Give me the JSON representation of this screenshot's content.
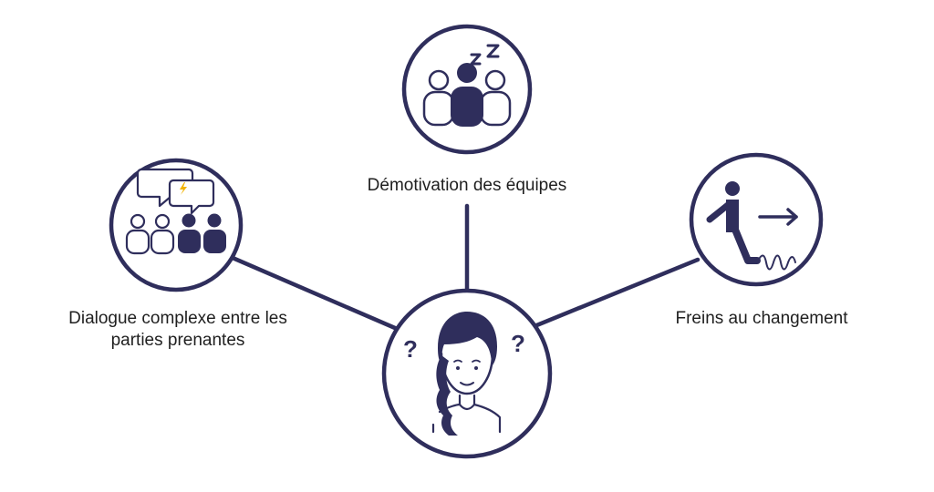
{
  "colors": {
    "navy": "#2f2e5c",
    "spark": "#f2b300",
    "background": "#ffffff",
    "text": "#1f1f1f"
  },
  "labels": {
    "top": "Démotivation des équipes",
    "left_line1": "Dialogue complexe entre les",
    "left_line2": "parties prenantes",
    "right": "Freins au changement"
  },
  "center": {
    "question_mark": "?"
  },
  "icons": {
    "center": "confused-woman-icon",
    "top": "sleepy-team-icon",
    "left": "team-dialogue-icon",
    "right": "resistance-to-change-icon"
  }
}
